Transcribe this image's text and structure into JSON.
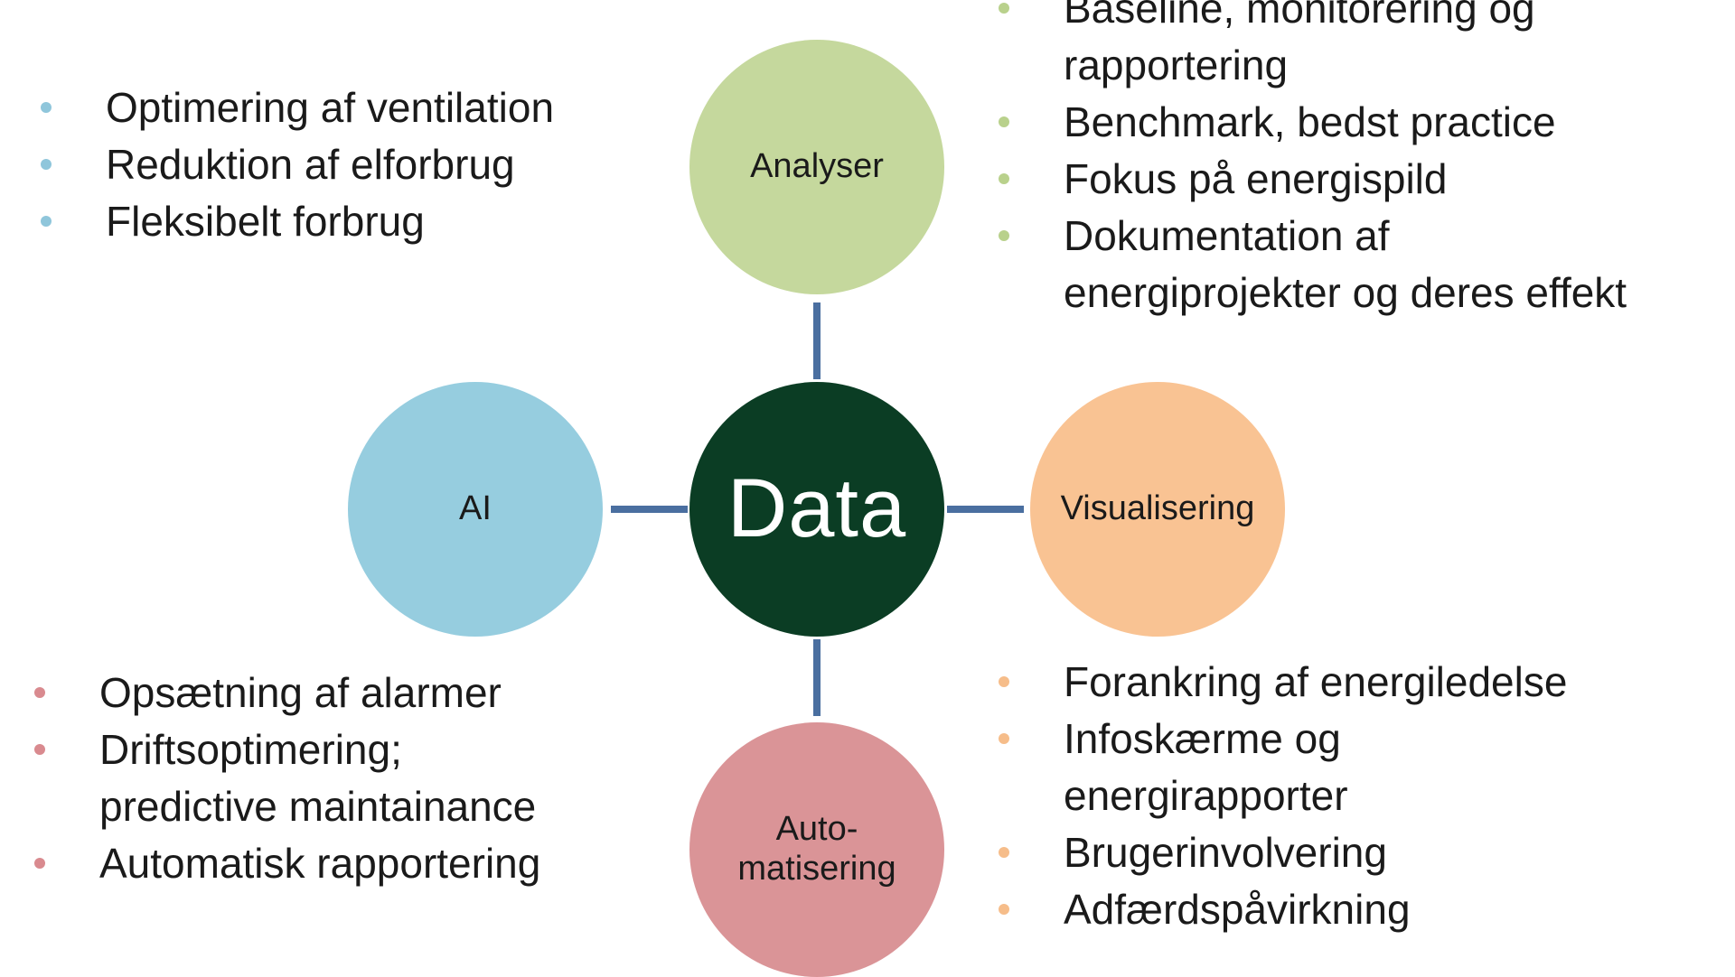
{
  "center": {
    "label": "Data",
    "color": "#0b3d24"
  },
  "nodes": {
    "analyser": {
      "label": "Analyser",
      "color": "#c5d89d"
    },
    "ai": {
      "label": "AI",
      "color": "#96cddf"
    },
    "visualisering": {
      "label": "Visualisering",
      "color": "#f9c393"
    },
    "automatisering": {
      "label": "Auto-\nmatisering",
      "color": "#da9497"
    }
  },
  "connector_color": "#4a6fa0",
  "lists": {
    "analyser": {
      "bullet_color": "#b9d18c",
      "items": [
        "Baseline, monitorering og",
        "rapportering",
        "Benchmark, bedst practice",
        "Fokus på energispild",
        "Dokumentation af",
        "energiprojekter og deres effekt"
      ]
    },
    "ai": {
      "bullet_color": "#8fc6db",
      "items": [
        "Optimering af ventilation",
        "Reduktion af elforbrug",
        "Fleksibelt forbrug"
      ]
    },
    "automatisering": {
      "bullet_color": "#d98a8f",
      "items": [
        "Opsætning af alarmer",
        "Driftsoptimering;",
        "predictive maintainance",
        "Automatisk rapportering"
      ]
    },
    "visualisering": {
      "bullet_color": "#f6bd8a",
      "items": [
        "Forankring af energiledelse",
        "Infoskærme og",
        "energirapporter",
        "Brugerinvolvering",
        "Adfærdspåvirkning"
      ]
    }
  }
}
